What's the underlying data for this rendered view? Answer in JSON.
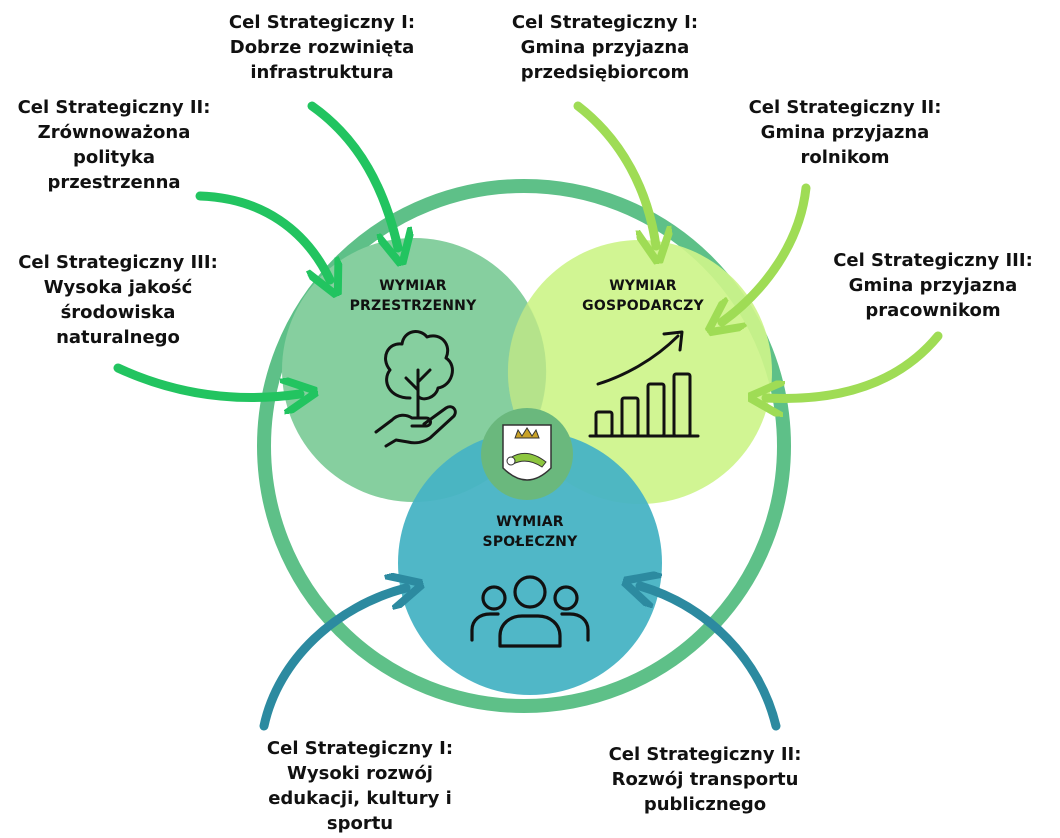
{
  "colors": {
    "outer_ring": "#5ec088",
    "circle_spatial": "#86cf9f",
    "circle_economic": "#cdf48a",
    "circle_social": "#47b3c4",
    "arrow_spatial": "#22c460",
    "arrow_economic": "#9fdc55",
    "arrow_social": "#2c8aa0",
    "emblem": "#6ab87d"
  },
  "dimensions": {
    "spatial": {
      "line1": "WYMIAR",
      "line2": "PRZESTRZENNY",
      "icon": "tree-in-hand-icon"
    },
    "economic": {
      "line1": "WYMIAR",
      "line2": "GOSPODARCZY",
      "icon": "growth-chart-icon"
    },
    "social": {
      "line1": "WYMIAR",
      "line2": "SPOŁECZNY",
      "icon": "people-group-icon"
    }
  },
  "emblem": {
    "icon": "municipal-coat-of-arms-icon"
  },
  "goals": {
    "spatial_1": {
      "lines": [
        "Cel Strategiczny I:",
        "Dobrze rozwinięta",
        "infrastruktura"
      ]
    },
    "spatial_2": {
      "lines": [
        "Cel Strategiczny II:",
        "Zrównoważona",
        "polityka",
        "przestrzenna"
      ]
    },
    "spatial_3": {
      "lines": [
        "Cel Strategiczny III:",
        "Wysoka jakość",
        "środowiska",
        "naturalnego"
      ]
    },
    "economic_1": {
      "lines": [
        "Cel Strategiczny I:",
        "Gmina przyjazna",
        "przedsiębiorcom"
      ]
    },
    "economic_2": {
      "lines": [
        "Cel Strategiczny II:",
        "Gmina przyjazna",
        "rolnikom"
      ]
    },
    "economic_3": {
      "lines": [
        "Cel Strategiczny III:",
        "Gmina przyjazna",
        "pracownikom"
      ]
    },
    "social_1": {
      "lines": [
        "Cel Strategiczny I:",
        "Wysoki rozwój",
        "edukacji, kultury i",
        "sportu"
      ]
    },
    "social_2": {
      "lines": [
        "Cel Strategiczny II:",
        "Rozwój transportu",
        "publicznego"
      ]
    }
  }
}
